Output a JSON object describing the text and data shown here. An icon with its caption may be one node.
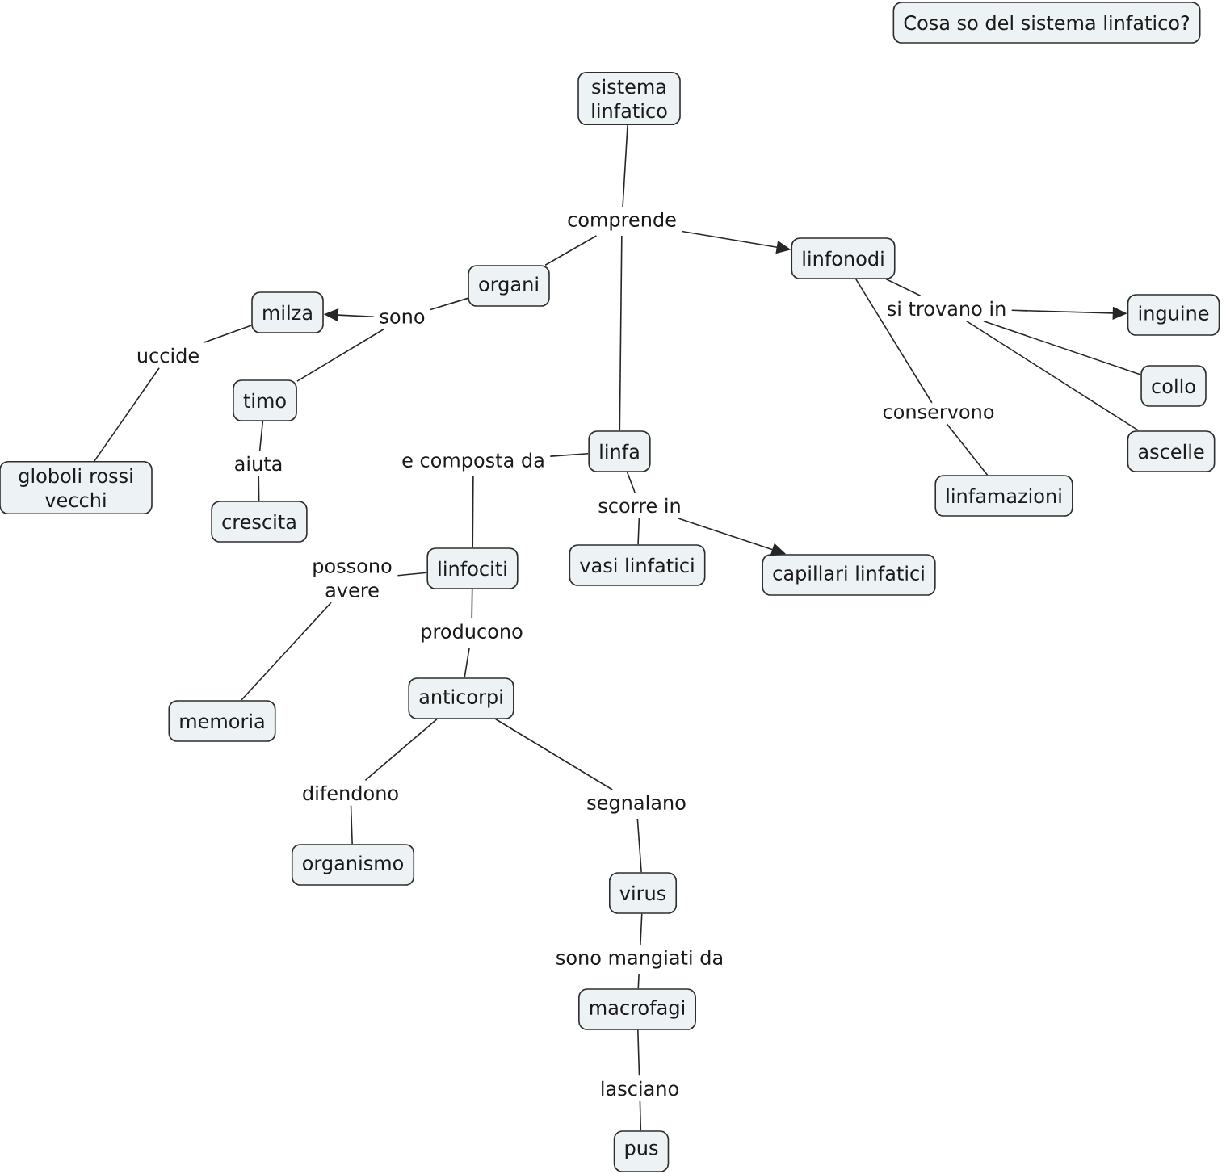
{
  "diagram": {
    "nodes": [
      {
        "text": [
          "Cosa so del sistema linfatico?"
        ]
      },
      {
        "text": [
          "sistema linfatico"
        ]
      },
      {
        "text": [
          "comprende"
        ]
      },
      {
        "text": [
          "organi"
        ]
      },
      {
        "text": [
          "linfonodi"
        ]
      },
      {
        "text": [
          "milza"
        ]
      },
      {
        "text": [
          "sono"
        ]
      },
      {
        "text": [
          "inguine"
        ]
      },
      {
        "text": [
          "si trovano in"
        ]
      },
      {
        "text": [
          "uccide"
        ]
      },
      {
        "text": [
          "collo"
        ]
      },
      {
        "text": [
          "timo"
        ]
      },
      {
        "text": [
          "conservono"
        ]
      },
      {
        "text": [
          "ascelle"
        ]
      },
      {
        "text": [
          "globoli rossi vecchi"
        ]
      },
      {
        "text": [
          "aiuta"
        ]
      },
      {
        "text": [
          "e composta da"
        ]
      },
      {
        "text": [
          "linfa"
        ]
      },
      {
        "text": [
          "linfamazioni"
        ]
      },
      {
        "text": [
          "crescita"
        ]
      },
      {
        "text": [
          "scorre in"
        ]
      },
      {
        "text": [
          "linfociti"
        ]
      },
      {
        "text": [
          "vasi linfatici"
        ]
      },
      {
        "text": [
          "capillari linfatici"
        ]
      },
      {
        "text": [
          "possono avere"
        ]
      },
      {
        "text": [
          "producono"
        ]
      },
      {
        "text": [
          "memoria"
        ]
      },
      {
        "text": [
          "anticorpi"
        ]
      },
      {
        "text": [
          "difendono"
        ]
      },
      {
        "text": [
          "segnalano"
        ]
      },
      {
        "text": [
          "organismo"
        ]
      },
      {
        "text": [
          "virus"
        ]
      },
      {
        "text": [
          "sono mangiati da"
        ]
      },
      {
        "text": [
          "macrofagi"
        ]
      },
      {
        "text": [
          "lasciano"
        ]
      },
      {
        "text": [
          "pus"
        ]
      }
    ],
    "edges": [
      {
        "from": 1,
        "to": 2,
        "arrow": "none"
      },
      {
        "from": 2,
        "to": 3,
        "arrow": "none"
      },
      {
        "from": 2,
        "to": 4,
        "arrow": "to"
      },
      {
        "from": 2,
        "to": 17,
        "arrow": "none"
      },
      {
        "from": 3,
        "to": 6,
        "arrow": "none"
      },
      {
        "from": 6,
        "to": 5,
        "arrow": "to"
      },
      {
        "from": 6,
        "to": 11,
        "arrow": "none"
      },
      {
        "from": 5,
        "to": 9,
        "arrow": "none"
      },
      {
        "from": 9,
        "to": 14,
        "arrow": "none"
      },
      {
        "from": 11,
        "to": 15,
        "arrow": "none"
      },
      {
        "from": 15,
        "to": 19,
        "arrow": "none"
      },
      {
        "from": 4,
        "to": 8,
        "arrow": "none"
      },
      {
        "from": 8,
        "to": 7,
        "arrow": "to"
      },
      {
        "from": 8,
        "to": 10,
        "arrow": "none"
      },
      {
        "from": 8,
        "to": 13,
        "arrow": "none"
      },
      {
        "from": 4,
        "to": 12,
        "arrow": "none"
      },
      {
        "from": 12,
        "to": 18,
        "arrow": "none"
      },
      {
        "from": 17,
        "to": 16,
        "arrow": "none"
      },
      {
        "from": 16,
        "to": 21,
        "arrow": "none"
      },
      {
        "from": 17,
        "to": 20,
        "arrow": "none"
      },
      {
        "from": 20,
        "to": 22,
        "arrow": "none"
      },
      {
        "from": 20,
        "to": 23,
        "arrow": "to"
      },
      {
        "from": 21,
        "to": 24,
        "arrow": "none"
      },
      {
        "from": 24,
        "to": 26,
        "arrow": "none"
      },
      {
        "from": 21,
        "to": 25,
        "arrow": "none"
      },
      {
        "from": 25,
        "to": 27,
        "arrow": "none"
      },
      {
        "from": 27,
        "to": 28,
        "arrow": "none"
      },
      {
        "from": 28,
        "to": 30,
        "arrow": "none"
      },
      {
        "from": 27,
        "to": 29,
        "arrow": "none"
      },
      {
        "from": 29,
        "to": 31,
        "arrow": "none"
      },
      {
        "from": 31,
        "to": 32,
        "arrow": "none"
      },
      {
        "from": 32,
        "to": 33,
        "arrow": "none"
      },
      {
        "from": 33,
        "to": 34,
        "arrow": "none"
      },
      {
        "from": 34,
        "to": 35,
        "arrow": "none"
      }
    ]
  }
}
